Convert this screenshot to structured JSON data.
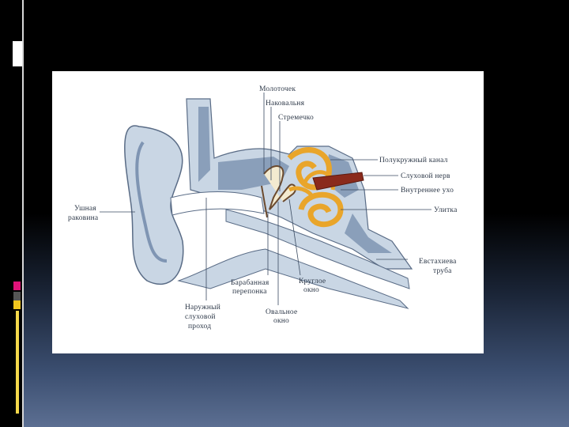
{
  "labels": {
    "malleus": "Молоточек",
    "incus": "Наковальня",
    "stapes": "Стремечко",
    "semicircular_canal": "Полукружный канал",
    "auditory_nerve": "Слуховой нерв",
    "inner_ear": "Внутреннее ухо",
    "cochlea": "Улитка",
    "eustachian_line1": "Евстахиева",
    "eustachian_line2": "труба",
    "auricle_line1": "Ушная",
    "auricle_line2": "раковина",
    "eardrum_line1": "Барабанная",
    "eardrum_line2": "перепонка",
    "round_window_line1": "Круглое",
    "round_window_line2": "окно",
    "oval_window_line1": "Овальное",
    "oval_window_line2": "окно",
    "ear_canal_line1": "Наружный",
    "ear_canal_line2": "слуховой",
    "ear_canal_line3": "проход"
  },
  "colors": {
    "tissue": "#c9d6e4",
    "bone": "#7f95b3",
    "cochlea": "#e9a52a",
    "nerve": "#8a2a1c"
  }
}
